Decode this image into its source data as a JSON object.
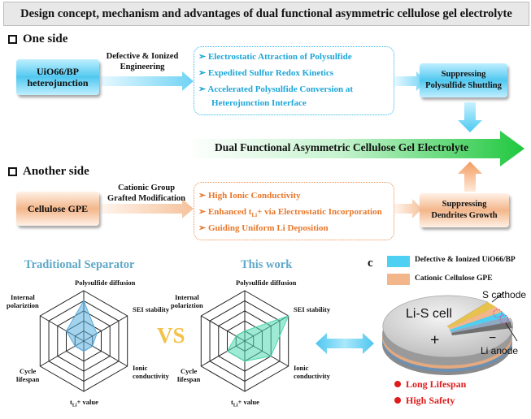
{
  "title": "Design concept, mechanism and advantages of dual functional asymmetric cellulose gel electrolyte",
  "one_side": {
    "heading": "One side",
    "material_line1": "UiO66/BP",
    "material_line2": "heterojunction",
    "engineering_line1": "Defective & Ionized",
    "engineering_line2": "Engineering",
    "bullets": [
      "Electrostatic Attraction of Polysulfide",
      "Expedited Sulfur Redox Kinetics",
      "Accelerated Polysulfide Conversion at",
      "Heterojunction Interface"
    ],
    "result_line1": "Suppressing",
    "result_line2": "Polysulfide Shuttling"
  },
  "center_arrow": "Dual Functional  Asymmetric  Cellulose Gel  Electrolyte",
  "another_side": {
    "heading": "Another side",
    "material": "Cellulose GPE",
    "modification_line1": "Cationic Group",
    "modification_line2": "Grafted Modification",
    "bullet1": "High Ionic Conductivity",
    "bullet2_a": "Enhanced t",
    "bullet2_sub": "Li",
    "bullet2_b": "+ via Electrostatic Incorporation",
    "bullet3": "Guiding Uniform Li Deposition",
    "result_line1": "Suppressing",
    "result_line2": "Dendrites Growth"
  },
  "comparison": {
    "left_title": "Traditional Separator",
    "right_title": "This work",
    "vs": "VS",
    "axes": {
      "top": "Polysulfide diffusion",
      "upper_right": "SEI stability",
      "lower_right_1": "Ionic",
      "lower_right_2": "conductivity",
      "bottom_t": "t",
      "bottom_sub": "Li",
      "bottom_rest": "+ value",
      "lower_left_1": "Cycle",
      "lower_left_2": "lifespan",
      "upper_left_1": "Internal",
      "upper_left_2": "polariztion"
    },
    "chart_data": [
      {
        "type": "radar",
        "title": "Traditional Separator",
        "axes": [
          "Polysulfide diffusion",
          "SEI stability",
          "Ionic conductivity",
          "tLi+ value",
          "Cycle lifespan",
          "Internal polariztion"
        ],
        "values": [
          0.8,
          0.3,
          0.2,
          0.2,
          0.2,
          0.4
        ],
        "color": "#5aaee0"
      },
      {
        "type": "radar",
        "title": "This work",
        "axes": [
          "Polysulfide diffusion",
          "SEI stability",
          "Ionic conductivity",
          "tLi+ value",
          "Cycle lifespan",
          "Internal polariztion"
        ],
        "values": [
          0.2,
          1.0,
          0.6,
          0.4,
          0.4,
          0.2
        ],
        "color": "#4fd8b0"
      }
    ]
  },
  "panel_c": {
    "label": "c",
    "legend1": "Defective & Ionized UiO66/BP",
    "legend1_color": "#4dd0f2",
    "legend2": "Cationic Cellulose GPE",
    "legend2_color": "#f3b68a",
    "cell_label": "Li-S cell",
    "s_cathode": "S cathode",
    "li_anode": "Li anode",
    "plus": "+",
    "minus": "−",
    "benefit1": "Long Lifespan",
    "benefit2": "High Safety"
  },
  "colors": {
    "blue": "#26b7e8",
    "orange": "#f08a4a",
    "green_arrow": "#28d24a",
    "red": "#e01b1b"
  }
}
